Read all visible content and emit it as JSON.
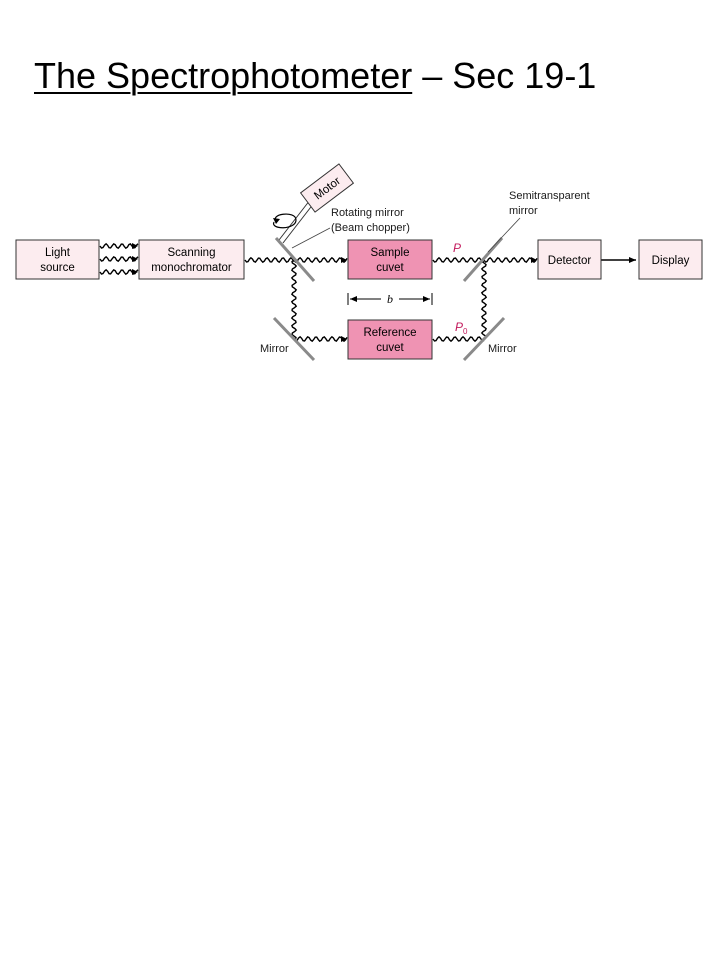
{
  "title": {
    "main": "The Spectrophotometer",
    "section": " – Sec 19-1"
  },
  "diagram": {
    "boxes": {
      "light_source": [
        "Light",
        "source"
      ],
      "monochromator": [
        "Scanning",
        "monochromator"
      ],
      "sample_cuvet": [
        "Sample",
        "cuvet"
      ],
      "reference_cuvet": [
        "Reference",
        "cuvet"
      ],
      "detector": [
        "Detector"
      ],
      "display": [
        "Display"
      ],
      "motor": "Motor"
    },
    "labels": {
      "rotating_mirror": [
        "Rotating mirror",
        "(Beam chopper)"
      ],
      "semitransparent_mirror": [
        "Semitransparent",
        "mirror"
      ],
      "mirror_left": "Mirror",
      "mirror_right": "Mirror",
      "path_length": "b",
      "power_sample": "P",
      "power_reference_symbol": "P",
      "power_reference_sub": "0"
    },
    "colors": {
      "box_fill": "#fcecef",
      "cuvet_fill": "#ef93b3",
      "box_stroke": "#333333",
      "mirror": "#8a8a8a",
      "accent_pink": "#c2185b"
    }
  }
}
